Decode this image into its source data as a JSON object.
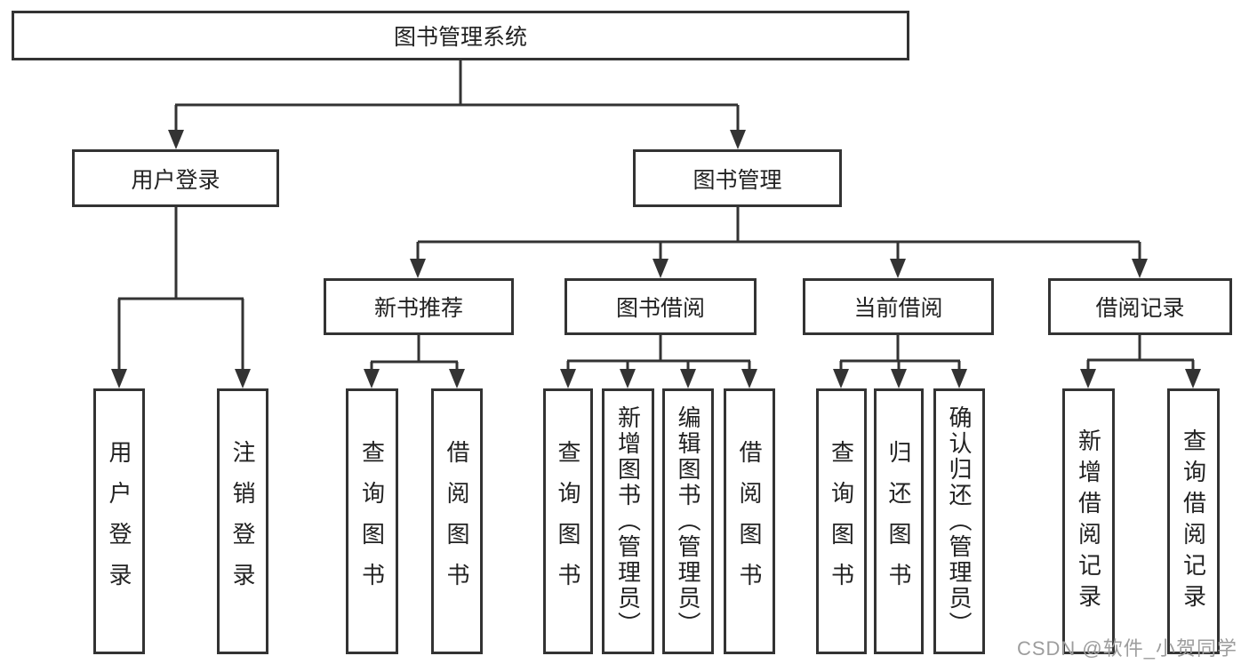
{
  "diagram": {
    "root": "图书管理系统",
    "user_login": {
      "label": "用户登录",
      "children": [
        "用户登录",
        "注销登录"
      ]
    },
    "book_mgmt": {
      "label": "图书管理",
      "sections": [
        {
          "label": "新书推荐",
          "children": [
            "查询图书",
            "借阅图书"
          ]
        },
        {
          "label": "图书借阅",
          "children": [
            "查询图书",
            "新增图书（管理员）",
            "编辑图书（管理员）",
            "借阅图书"
          ]
        },
        {
          "label": "当前借阅",
          "children": [
            "查询图书",
            "归还图书",
            "确认归还（管理员）"
          ]
        },
        {
          "label": "借阅记录",
          "children": [
            "新增借阅记录",
            "查询借阅记录"
          ]
        }
      ]
    }
  },
  "watermark": "CSDN @软件_小贺同学",
  "colors": {
    "line": "#333333",
    "text": "#222222",
    "background": "#ffffff",
    "watermark": "#9d9d9d"
  }
}
